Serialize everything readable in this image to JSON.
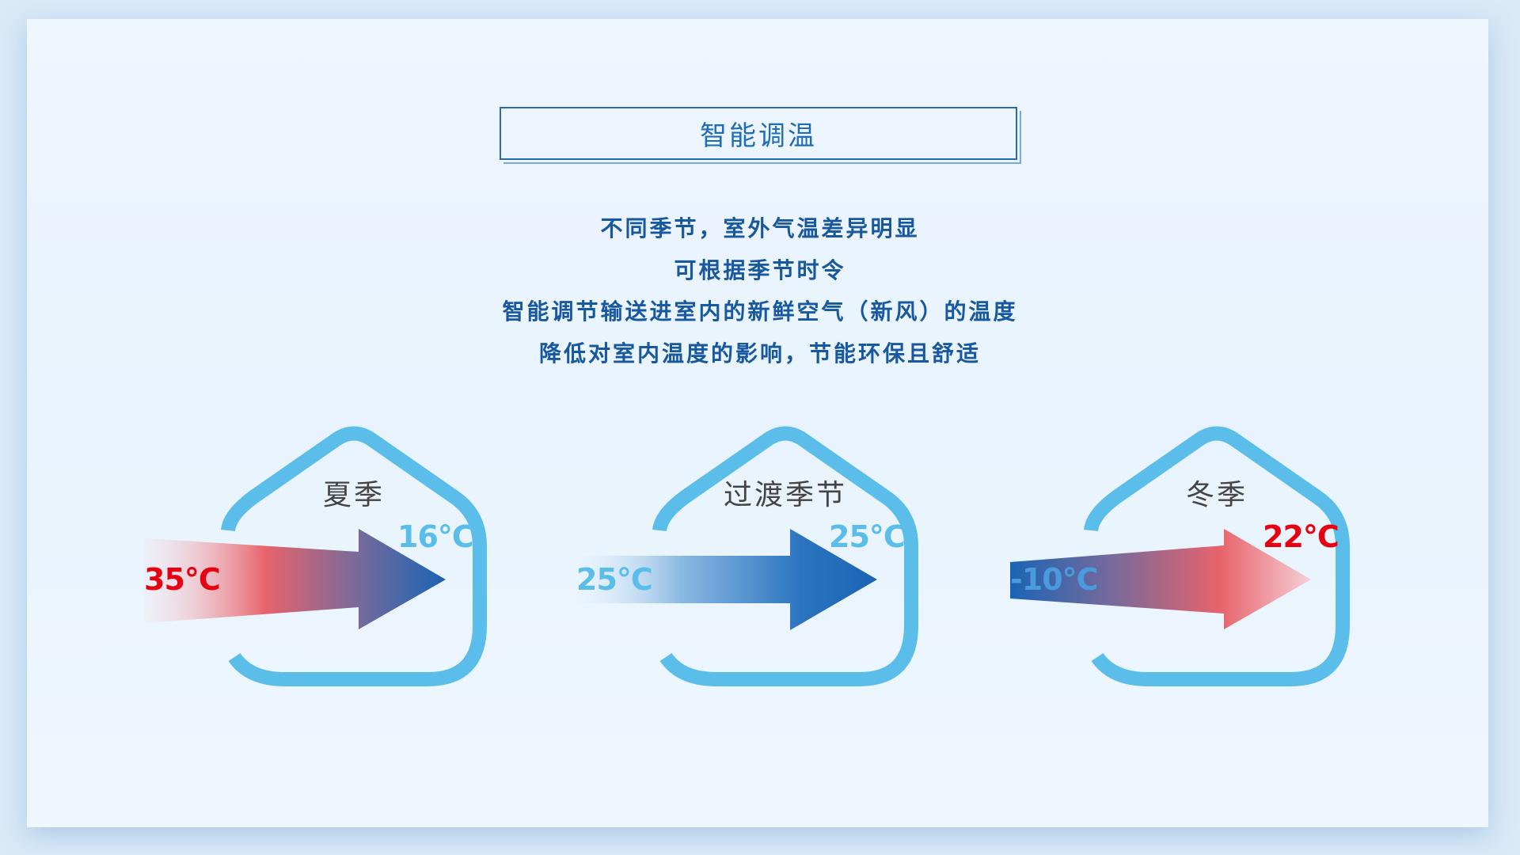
{
  "title": "智能调温",
  "description": [
    "不同季节，室外气温差异明显",
    "可根据季节时令",
    "智能调节输送进室内的新鲜空气（新风）的温度",
    "降低对室内温度的影响，节能环保且舒适"
  ],
  "seasons": [
    {
      "name": "夏季",
      "outdoor": "35°C",
      "indoor": "16°C"
    },
    {
      "name": "过渡季节",
      "outdoor": "25°C",
      "indoor": "25°C"
    },
    {
      "name": "冬季",
      "outdoor": "-10°C",
      "indoor": "22°C"
    }
  ],
  "colors": {
    "house": "#5bbdea",
    "hot": "#e60012",
    "cool": "#5bbdea",
    "blue": "#1a64b4",
    "text": "#17589e"
  }
}
